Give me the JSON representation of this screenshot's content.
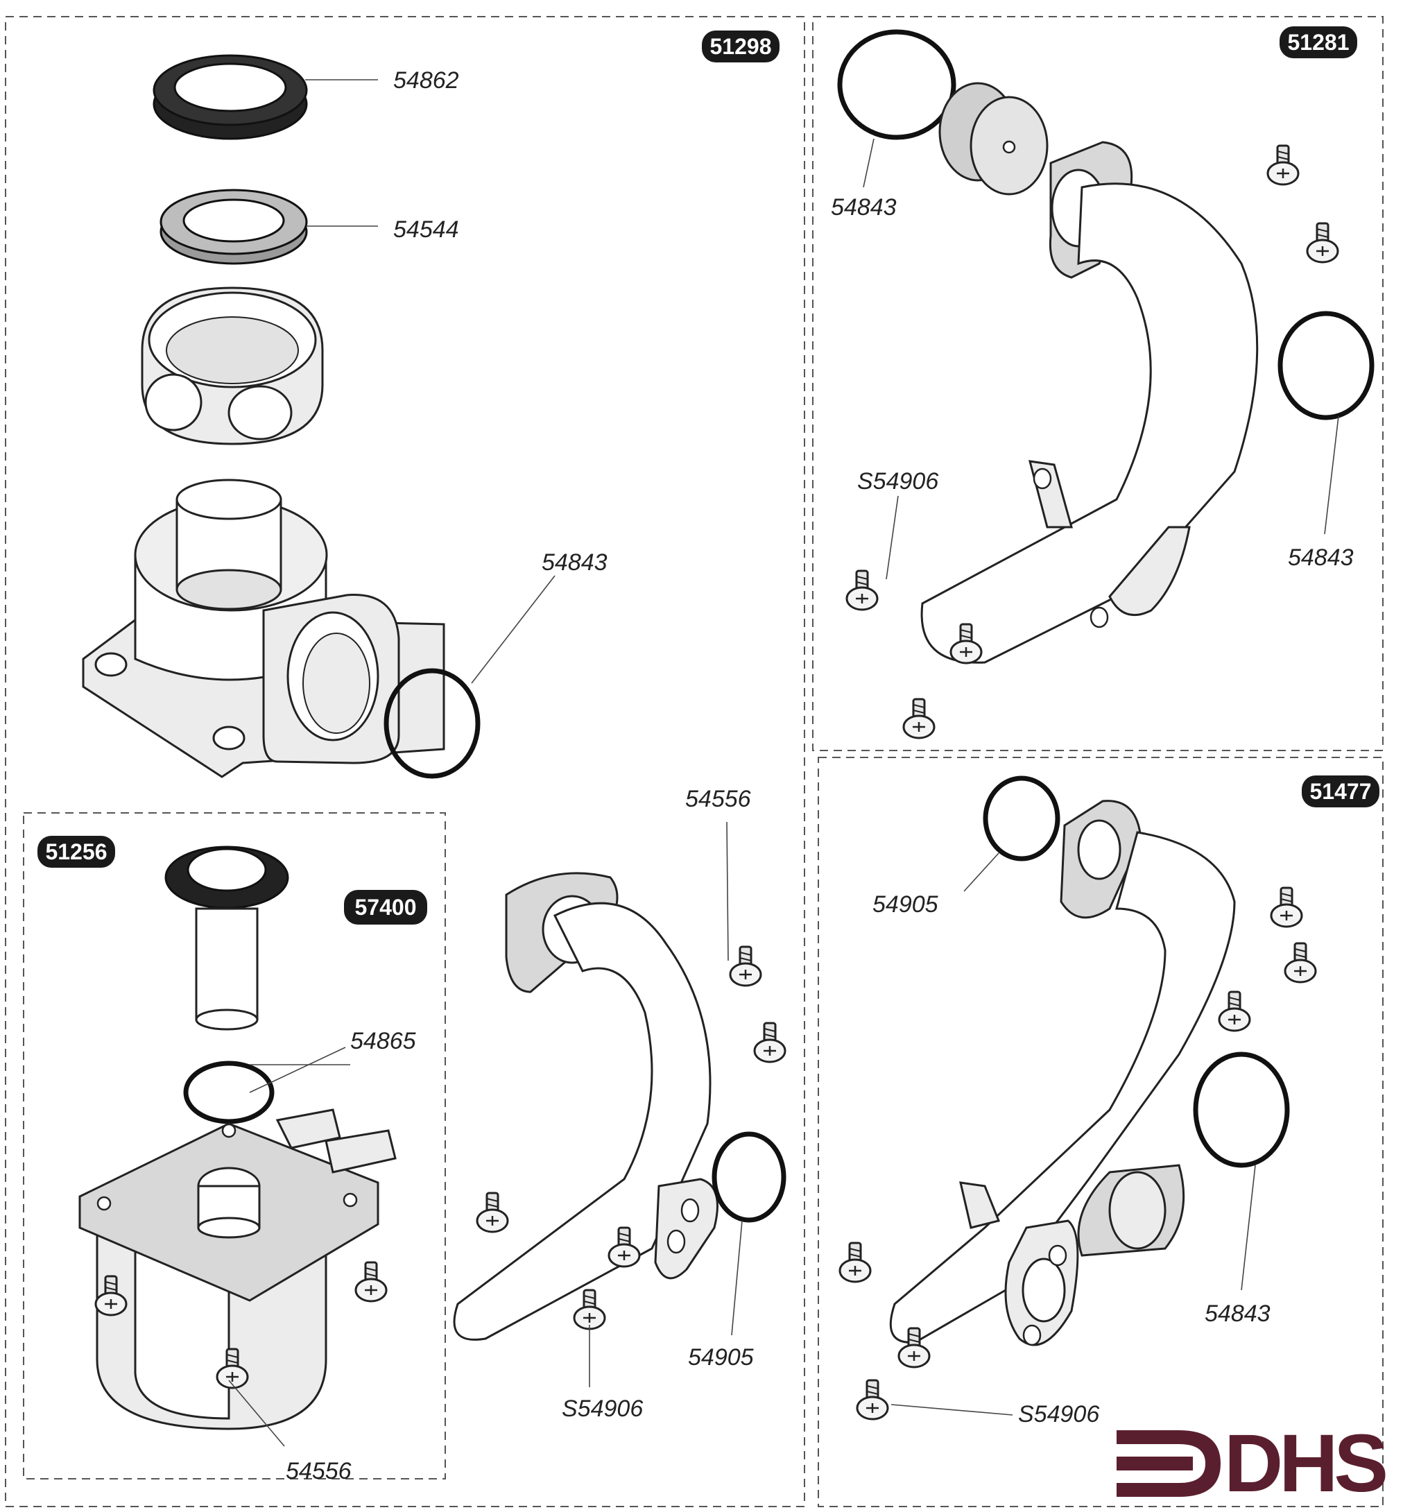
{
  "badges": {
    "b51298": "51298",
    "b51281": "51281",
    "b51477": "51477",
    "b51256": "51256",
    "b57400": "57400"
  },
  "callouts": {
    "c54862": "54862",
    "c54544": "54544",
    "c54843_left": "54843",
    "c54556_top": "54556",
    "c54865": "54865",
    "c54556_bottom": "54556",
    "cS54906_mid": "S54906",
    "c54905_mid": "54905",
    "c54843_tr_left": "54843",
    "cS54906_tr": "S54906",
    "c54843_tr_right": "54843",
    "c54905_br": "54905",
    "c54843_br": "54843",
    "cS54906_br": "S54906"
  },
  "logo": {
    "text": "DHS",
    "color": "#5a1f2e"
  },
  "colors": {
    "line": "#222222",
    "badge": "#1a1a1a",
    "fill": "#ececec"
  }
}
